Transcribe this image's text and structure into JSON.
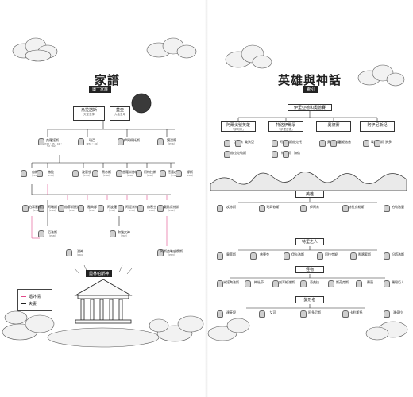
{
  "left": {
    "title": "家譜",
    "subtitle": "奧丁家族",
    "root": {
      "a": "烏拉諾斯",
      "a_ref": "天空之神",
      "b": "蓋亞",
      "b_ref": "大地之母"
    },
    "gen2": [
      {
        "name": "克羅諾斯",
        "ref": "（P32・35・41・52・62）"
      },
      {
        "name": "瑞亞",
        "ref": "（P32・36）"
      },
      {
        "name": "伊阿佩托斯",
        "ref": ""
      },
      {
        "name": "謨涅摩",
        "ref": "（P36）"
      }
    ],
    "gen3": [
      {
        "name": "宙斯",
        "ref": "（P26）"
      },
      {
        "name": "赫拉",
        "ref": "（P39）"
      },
      {
        "name": "波塞頓",
        "ref": "（P44）"
      },
      {
        "name": "黑帝斯",
        "ref": "（P48）"
      },
      {
        "name": "普羅米修斯",
        "ref": "（P48）"
      },
      {
        "name": "阿特拉斯",
        "ref": "（P49）"
      },
      {
        "name": "德墨忒爾",
        "ref": "（P52）"
      },
      {
        "name": "謬斯",
        "ref": "（P64）"
      }
    ],
    "gen4": [
      {
        "name": "阿瑞斯",
        "ref": "（P44）"
      },
      {
        "name": "赫菲斯托斯",
        "ref": "（P51）"
      },
      {
        "name": "雅典娜",
        "ref": "（P51）"
      },
      {
        "name": "阿波羅",
        "ref": "（P56）"
      },
      {
        "name": "阿提米絲",
        "ref": "（P56）"
      },
      {
        "name": "赫密士",
        "ref": "（P60）"
      },
      {
        "name": "戴歐尼修斯",
        "ref": "（P62）"
      },
      {
        "name": "珀耳塞福涅",
        "ref": "（P52）"
      }
    ],
    "gen5": [
      {
        "name": "厄洛斯",
        "ref": "（P58）"
      },
      {
        "name": "和諧女神",
        "ref": "（P62）"
      },
      {
        "name": "阿斯克勒庇俄斯",
        "ref": "（P63）"
      },
      {
        "name": "潘神",
        "ref": "（P64）"
      }
    ],
    "temple_banner": "奧林帕斯神",
    "legend": [
      {
        "label": "婚外情",
        "color": "#e24a8a"
      },
      {
        "label": "夫妻",
        "color": "#222222"
      }
    ]
  },
  "right": {
    "title": "英雄與神話",
    "subtitle": "索引",
    "top": "伊里亞德和奧德賽",
    "columns": [
      {
        "name": "阿爾戈號英雄",
        "sub": "「伊阿宋」"
      },
      {
        "name": "特洛伊戰爭",
        "sub": "「伊里亞德」"
      },
      {
        "name": "奧德賽",
        "sub": ""
      },
      {
        "name": "阿伊尼斯紀",
        "sub": ""
      }
    ],
    "col_items": [
      [
        "伊阿宋",
        "美狄亞",
        "赫拉克勒斯"
      ],
      [
        "阿基里斯",
        "赫克托",
        "帕里斯",
        "海倫"
      ],
      [
        "奧德修斯",
        "潘妮洛普"
      ],
      [
        "埃涅阿斯",
        "狄多"
      ]
    ],
    "sections": [
      {
        "label": "英雄",
        "items": [
          "忒修斯",
          "珀耳修斯",
          "伊阿宋",
          "赫拉克勒斯",
          "柏勒洛豐"
        ]
      },
      {
        "label": "特里之人",
        "items": [
          "奧菲斯",
          "普賽克",
          "伊卡洛斯",
          "阿拉克妮",
          "那喀索斯",
          "坦塔洛斯"
        ]
      },
      {
        "label": "怪物",
        "items": [
          "米諾陶洛斯",
          "梅杜莎",
          "刻耳柏洛斯",
          "奇美拉",
          "斯芬克斯",
          "賽蓮",
          "獨眼巨人"
        ]
      },
      {
        "label": "變形者",
        "items": [
          "達芙妮",
          "艾可",
          "阿多尼斯",
          "卡利斯托",
          "潘朵拉"
        ]
      }
    ]
  }
}
